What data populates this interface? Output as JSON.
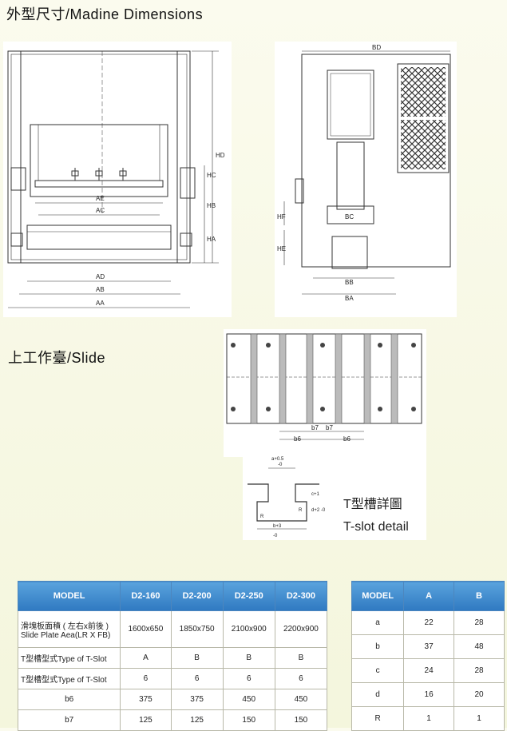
{
  "titles": {
    "dimensions": "外型尺寸/Madine Dimensions",
    "slide": "上工作臺/Slide"
  },
  "front_view_labels": {
    "AE": "AE",
    "AC": "AC",
    "AD": "AD",
    "AB": "AB",
    "AA": "AA",
    "HC": "HC",
    "HB": "HB",
    "HA": "HA",
    "HD": "HD"
  },
  "side_view_labels": {
    "BD": "BD",
    "BC": "BC",
    "BB": "BB",
    "BA": "BA",
    "HF": "HF",
    "HE": "HE"
  },
  "slide_labels": {
    "b6_left": "b6",
    "b7_left": "b7",
    "b7_right": "b7",
    "b6_right": "b6"
  },
  "tslot": {
    "a_tol": "a+0.5",
    "a_tol2": "-0",
    "c_tol": "c+1",
    "d_tol": "d+2 -0",
    "r_left": "R",
    "r_right": "R",
    "b_tol": "b+3",
    "b_tol2": "-0",
    "caption_cn": "T型槽詳圖",
    "caption_en": "T-slot detail"
  },
  "main_table": {
    "headers": [
      "MODEL",
      "D2-160",
      "D2-200",
      "D2-250",
      "D2-300"
    ],
    "rows": [
      {
        "label_cn": "滑塊板面積 ( 左右x前後 )",
        "label_en": "Slide Plate Aea(LR X FB)",
        "values": [
          "1600x650",
          "1850x750",
          "2100x900",
          "2200x900"
        ]
      },
      {
        "label_cn": "T型槽型式Type of T-Slot",
        "label_en": "",
        "values": [
          "A",
          "B",
          "B",
          "B"
        ]
      },
      {
        "label_cn": "T型槽型式Type of T-Slot",
        "label_en": "",
        "values": [
          "6",
          "6",
          "6",
          "6"
        ]
      },
      {
        "label_cn": "b6",
        "label_en": "",
        "values": [
          "375",
          "375",
          "450",
          "450"
        ]
      },
      {
        "label_cn": "b7",
        "label_en": "",
        "values": [
          "125",
          "125",
          "150",
          "150"
        ]
      }
    ]
  },
  "slot_table": {
    "headers": [
      "MODEL",
      "A",
      "B"
    ],
    "rows": [
      {
        "label": "a",
        "values": [
          "22",
          "28"
        ]
      },
      {
        "label": "b",
        "values": [
          "37",
          "48"
        ]
      },
      {
        "label": "c",
        "values": [
          "24",
          "28"
        ]
      },
      {
        "label": "d",
        "values": [
          "16",
          "20"
        ]
      },
      {
        "label": "R",
        "values": [
          "1",
          "1"
        ]
      }
    ]
  }
}
